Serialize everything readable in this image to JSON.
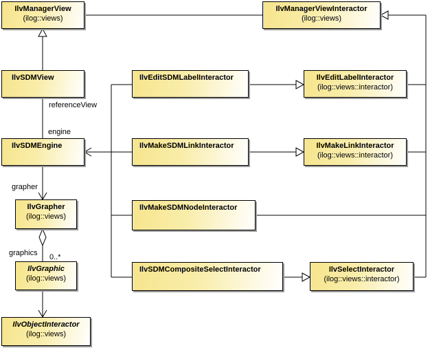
{
  "classes": {
    "manager_view": {
      "name": "IlvManagerView",
      "pkg": "(ilog::views)"
    },
    "manager_view_interactor": {
      "name": "IlvManagerViewInteractor",
      "pkg": "(ilog::views)"
    },
    "sdm_view": {
      "name": "IlvSDMView",
      "pkg": ""
    },
    "edit_sdm_label_interactor": {
      "name": "IlvEditSDMLabelInteractor",
      "pkg": ""
    },
    "edit_label_interactor": {
      "name": "IlvEditLabelInteractor",
      "pkg": "(ilog::views::interactor)"
    },
    "sdm_engine": {
      "name": "IlvSDMEngine",
      "pkg": ""
    },
    "make_sdm_link_interactor": {
      "name": "IlvMakeSDMLinkInteractor",
      "pkg": ""
    },
    "make_link_interactor": {
      "name": "IlvMakeLinkInteractor",
      "pkg": "(ilog::views::interactor)"
    },
    "grapher": {
      "name": "IlvGrapher",
      "pkg": "(ilog::views)"
    },
    "make_sdm_node_interactor": {
      "name": "IlvMakeSDMNodeInteractor",
      "pkg": ""
    },
    "graphic": {
      "name": "IlvGraphic",
      "pkg": "(ilog::views)"
    },
    "sdm_composite_select_interactor": {
      "name": "IlvSDMCompositeSelectInteractor",
      "pkg": ""
    },
    "select_interactor": {
      "name": "IlvSelectInteractor",
      "pkg": "(ilog::views::interactor)"
    },
    "object_interactor": {
      "name": "IlvObjectInteractor",
      "pkg": "(ilog::views)"
    }
  },
  "labels": {
    "reference_view": "referenceView",
    "engine": "engine",
    "grapher": "grapher",
    "graphics": "graphics",
    "multiplicity": "0..*"
  },
  "colors": {
    "box_fill_start": "#f6e58d",
    "box_fill_end": "#ffffff",
    "line": "#000000",
    "shadow": "#9a9a9a"
  }
}
